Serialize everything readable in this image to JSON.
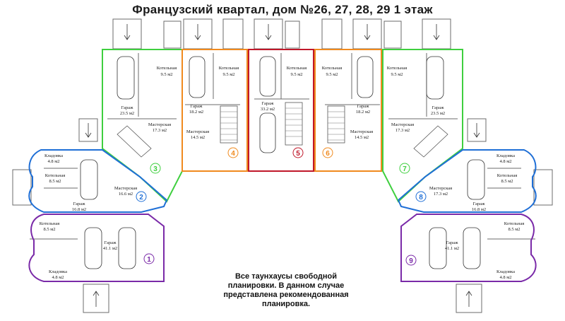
{
  "title": "Французский квартал, дом №26, 27, 28, 29     1 этаж",
  "note": [
    "Все таунхаусы свободной",
    "планировки. В данном случае",
    "представлена рекомендованная",
    "планировка."
  ],
  "unit_colors": {
    "blue": "#1f6fd6",
    "green": "#3fcf3f",
    "orange": "#f08a1e",
    "red": "#c0182a",
    "purple": "#7a2aa8"
  },
  "units": [
    {
      "number": "1",
      "color": "#7a2aa8"
    },
    {
      "number": "2",
      "color": "#1f6fd6"
    },
    {
      "number": "3",
      "color": "#3fcf3f"
    },
    {
      "number": "4",
      "color": "#f08a1e"
    },
    {
      "number": "5",
      "color": "#c0182a"
    },
    {
      "number": "6",
      "color": "#f08a1e"
    },
    {
      "number": "7",
      "color": "#3fcf3f"
    },
    {
      "number": "8",
      "color": "#1f6fd6"
    },
    {
      "number": "9",
      "color": "#7a2aa8"
    }
  ],
  "rooms": {
    "boiler": "Котельная",
    "garage": "Гараж",
    "workshop": "Мастерская",
    "storage": "Кладовка",
    "area_9_5": "9.5 м2",
    "area_23_5": "23.5 м2",
    "area_17_3": "17.3 м2",
    "area_18_2": "18.2 м2",
    "area_14_5": "14.5 м2",
    "area_33_2": "33.2 м2",
    "area_4_8": "4.8 м2",
    "area_8_5": "8.5 м2",
    "area_16_6": "16.6 м2",
    "area_16_8": "16.8 м2",
    "area_41_1": "41.1 м2"
  }
}
